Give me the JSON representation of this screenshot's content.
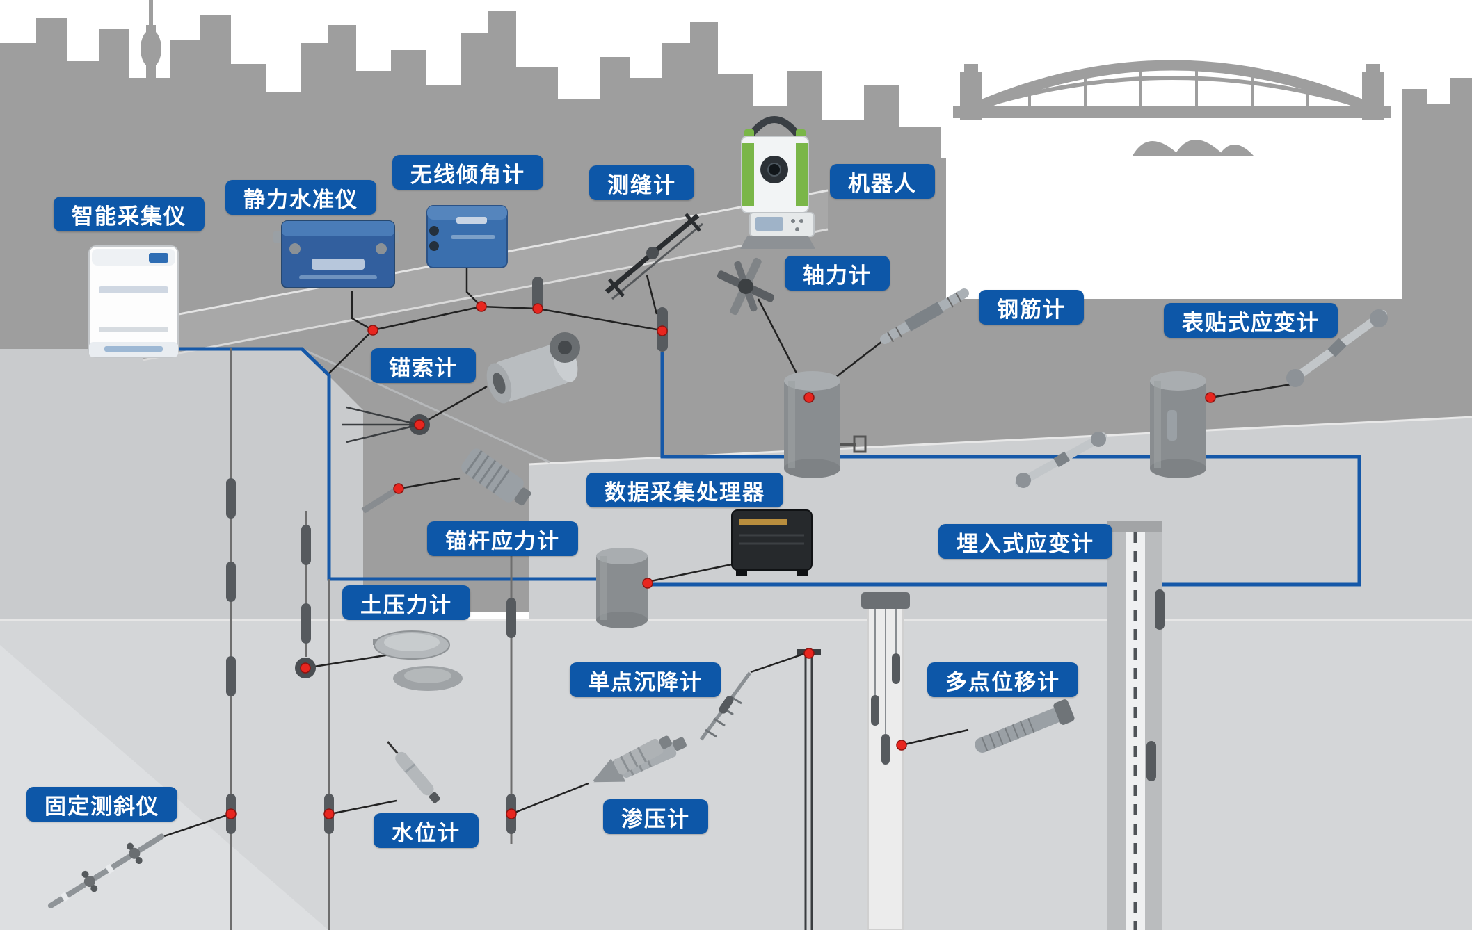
{
  "labels": [
    {
      "id": "smart-collector",
      "text": "智能采集仪"
    },
    {
      "id": "static-level",
      "text": "静力水准仪"
    },
    {
      "id": "wireless-tiltmeter",
      "text": "无线倾角计"
    },
    {
      "id": "crack-meter",
      "text": "测缝计"
    },
    {
      "id": "robot",
      "text": "机器人"
    },
    {
      "id": "axial-force-meter",
      "text": "轴力计"
    },
    {
      "id": "rebar-meter",
      "text": "钢筋计"
    },
    {
      "id": "surface-strain-gauge",
      "text": "表贴式应变计"
    },
    {
      "id": "anchor-cable-meter",
      "text": "锚索计"
    },
    {
      "id": "data-processor",
      "text": "数据采集处理器"
    },
    {
      "id": "anchor-rod-stress-meter",
      "text": "锚杆应力计"
    },
    {
      "id": "embedded-strain-gauge",
      "text": "埋入式应变计"
    },
    {
      "id": "earth-pressure-meter",
      "text": "土压力计"
    },
    {
      "id": "single-point-settlement",
      "text": "单点沉降计"
    },
    {
      "id": "multi-point-extensometer",
      "text": "多点位移计"
    },
    {
      "id": "fixed-inclinometer",
      "text": "固定测斜仪"
    },
    {
      "id": "water-level-meter",
      "text": "水位计"
    },
    {
      "id": "piezometer",
      "text": "渗压计"
    }
  ],
  "colors": {
    "label_background": "#0d57a8",
    "label_text": "#ffffff",
    "cable_blue": "#1558a8",
    "junction_red": "#e8261f",
    "silhouette_gray": "#9e9e9e",
    "terrace_light": "#cdcfd1",
    "floor_light": "#d4d6d8"
  }
}
